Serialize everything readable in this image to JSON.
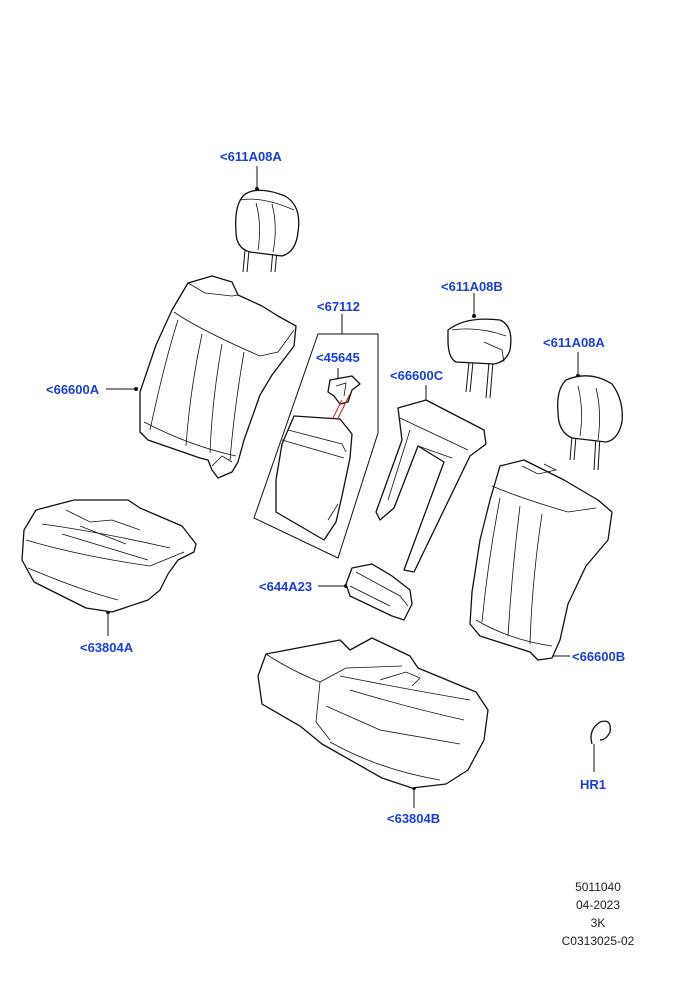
{
  "callouts": {
    "headrest_left": "<611A08A",
    "frame_group": "<67112",
    "clip": "<45645",
    "headrest_center": "<611A08B",
    "headrest_right": "<611A08A",
    "backrest_left": "<66600A",
    "armrest_back": "<66600C",
    "cushion_left": "<63804A",
    "bezel": "<644A23",
    "backrest_right": "<66600B",
    "hog_ring": "HR1",
    "cushion_right": "<63804B"
  },
  "meta": {
    "illustration_number": "5011040",
    "date": "04-2023",
    "revision": "3K",
    "code": "C0313025-02"
  },
  "colors": {
    "callout": "#1a3fd6",
    "line": "#111111",
    "highlight": "#d11a1a"
  }
}
